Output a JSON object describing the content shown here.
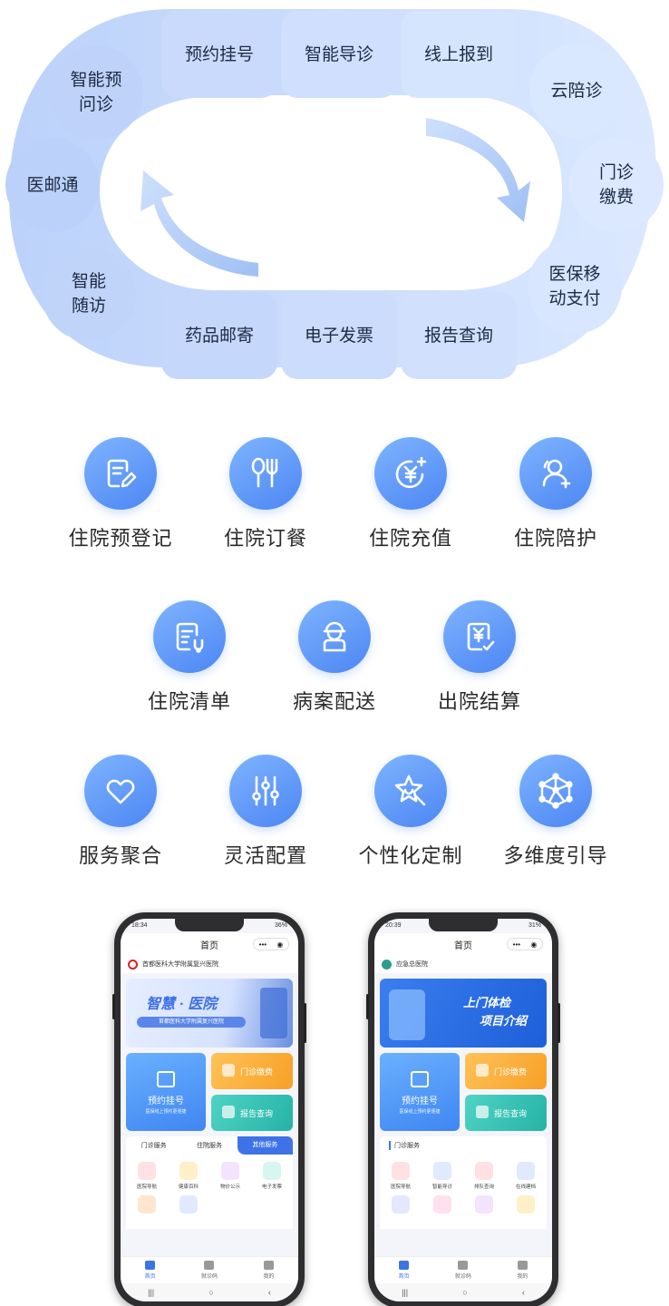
{
  "flow": {
    "nodes": [
      "预约挂号",
      "智能导诊",
      "线上报到",
      "云陪诊",
      "门诊缴费",
      "医保移动支付",
      "报告查询",
      "电子发票",
      "药品邮寄",
      "智能随访",
      "医邮通",
      "智能预问诊"
    ],
    "lines": {
      "n0": [
        "预约挂号"
      ],
      "n1": [
        "智能导诊"
      ],
      "n2": [
        "线上报到"
      ],
      "n3": [
        "云陪诊"
      ],
      "n4": [
        "门诊",
        "缴费"
      ],
      "n5": [
        "医保移",
        "动支付"
      ],
      "n6": [
        "报告查询"
      ],
      "n7": [
        "电子发票"
      ],
      "n8": [
        "药品邮寄"
      ],
      "n9": [
        "智能",
        "随访"
      ],
      "n10": [
        "医邮通"
      ],
      "n11": [
        "智能预",
        "问诊"
      ]
    },
    "colors": {
      "light": "#dbe8ff",
      "mid": "#c4d8fb",
      "deep": "#b3cbf6",
      "arrow": "#9fc0f4"
    }
  },
  "features": {
    "row1": [
      "住院预登记",
      "住院订餐",
      "住院充值",
      "住院陪护"
    ],
    "row2": [
      "住院清单",
      "病案配送",
      "出院结算"
    ],
    "row3": [
      "服务聚合",
      "灵活配置",
      "个性化定制",
      "多维度引导"
    ],
    "icons": [
      "document-edit-icon",
      "utensils-icon",
      "yuan-recharge-icon",
      "user-add-icon",
      "list-check-icon",
      "nurse-icon",
      "bill-check-icon",
      "heart-icon",
      "sliders-icon",
      "star-search-icon",
      "network-icon"
    ],
    "accent": "#4c86f3"
  },
  "phone1": {
    "time": "18:34",
    "battery": "36%",
    "nav_title": "首页",
    "hospital": "首都医科大学附属复兴医院",
    "banner_title": "智慧 · 医院",
    "banner_sub": "首都医科大学附属复兴医院",
    "card_main": "预约挂号",
    "card_main_sub": "医保线上预约更便捷",
    "card_pay": "门诊缴费",
    "card_report": "报告查询",
    "tabs": [
      "门诊服务",
      "住院服务",
      "其他服务"
    ],
    "services": [
      "医院导航",
      "健康百科",
      "物价公示",
      "电子发票",
      ""
    ],
    "tabbar": [
      "首页",
      "就诊码",
      "我的"
    ]
  },
  "phone2": {
    "time": "20:39",
    "battery": "31%",
    "nav_title": "首页",
    "hospital": "应急总医院",
    "banner_title_1": "上门体检",
    "banner_title_2": "项目介绍",
    "card_main": "预约挂号",
    "card_main_sub": "医保线上预约更便捷",
    "card_pay": "门诊缴费",
    "card_report": "报告查询",
    "section": "门诊服务",
    "services": [
      "医院导航",
      "智能导诊",
      "排队查询",
      "在线建档",
      "",
      "",
      "",
      ""
    ],
    "tabbar": [
      "首页",
      "就诊码",
      "我的"
    ]
  }
}
